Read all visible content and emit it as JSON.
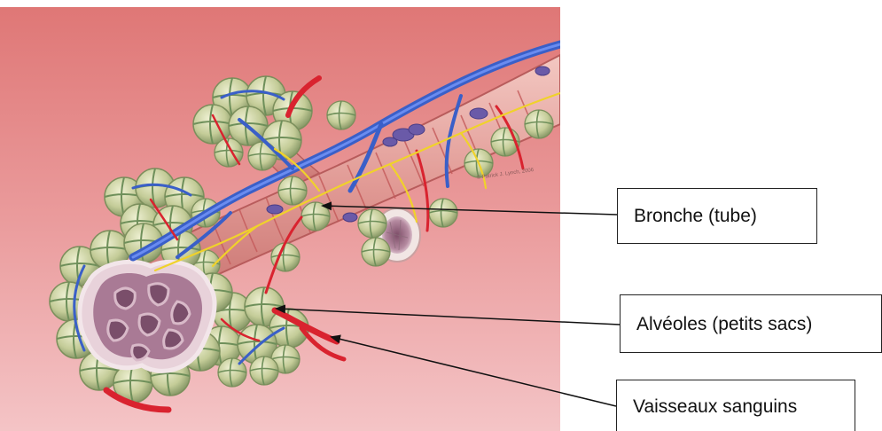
{
  "labels": {
    "bronche": "Bronche (tube)",
    "alveoles": "Alvéoles (petits sacs)",
    "vaisseaux": "Vaisseaux sanguins"
  },
  "illustration": {
    "signature": "© Patrick J. Lynch, 2006"
  },
  "colors": {
    "background_top": "#e07b7a",
    "background_bottom": "#f3c2c4",
    "alveoli": "#c9cfa2",
    "alveoli_seams": "#6e8f5a",
    "bronchus": "#e8a9a5",
    "bronchus_rings": "#c55a5a",
    "artery": "#d9232f",
    "vein": "#3a5fc8",
    "nerve": "#f0d22a",
    "lymph": "#6a5aa8",
    "cross_section": "#b98da3"
  }
}
